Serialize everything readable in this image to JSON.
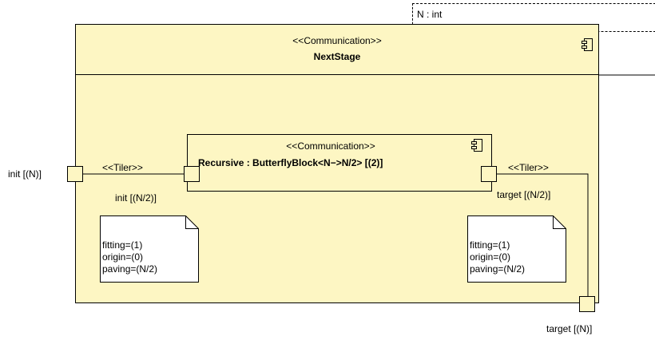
{
  "parameter": {
    "label": "N : int"
  },
  "outer_block": {
    "stereotype": "<<Communication>>",
    "name": "NextStage",
    "icon": "component-icon"
  },
  "inner_block": {
    "stereotype": "<<Communication>>",
    "name": "Recursive : ButterflyBlock<N−>N/2> [(2)]",
    "icon": "component-icon"
  },
  "ports": {
    "outer_init": "init [(N)]",
    "inner_init": "init [(N/2)]",
    "inner_target": "target [(N/2)]",
    "outer_target": "target [(N)]"
  },
  "connectors": {
    "left_stereotype": "<<Tiler>>",
    "right_stereotype": "<<Tiler>>"
  },
  "notes": {
    "left": [
      "fitting=(1)",
      "origin=(0)",
      "paving=(N/2)"
    ],
    "right": [
      "fitting=(1)",
      "origin=(0)",
      "paving=(N/2)"
    ]
  },
  "colors": {
    "block_fill": "#fdf6c3",
    "line": "#000000",
    "background": "#ffffff"
  }
}
